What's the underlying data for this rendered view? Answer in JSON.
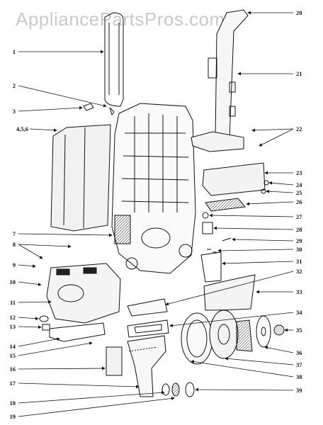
{
  "watermark": "AppliancePartsPros.com",
  "callouts": {
    "left": [
      "1",
      "2",
      "3",
      "4,5,6",
      "7",
      "8",
      "9",
      "10",
      "11",
      "12",
      "13",
      "14",
      "15",
      "16",
      "17",
      "18",
      "19"
    ],
    "right": [
      "20",
      "21",
      "22",
      "23",
      "24",
      "25",
      "26",
      "27",
      "28",
      "29",
      "30",
      "31",
      "32",
      "33",
      "34",
      "35",
      "36",
      "37",
      "38",
      "39"
    ]
  }
}
